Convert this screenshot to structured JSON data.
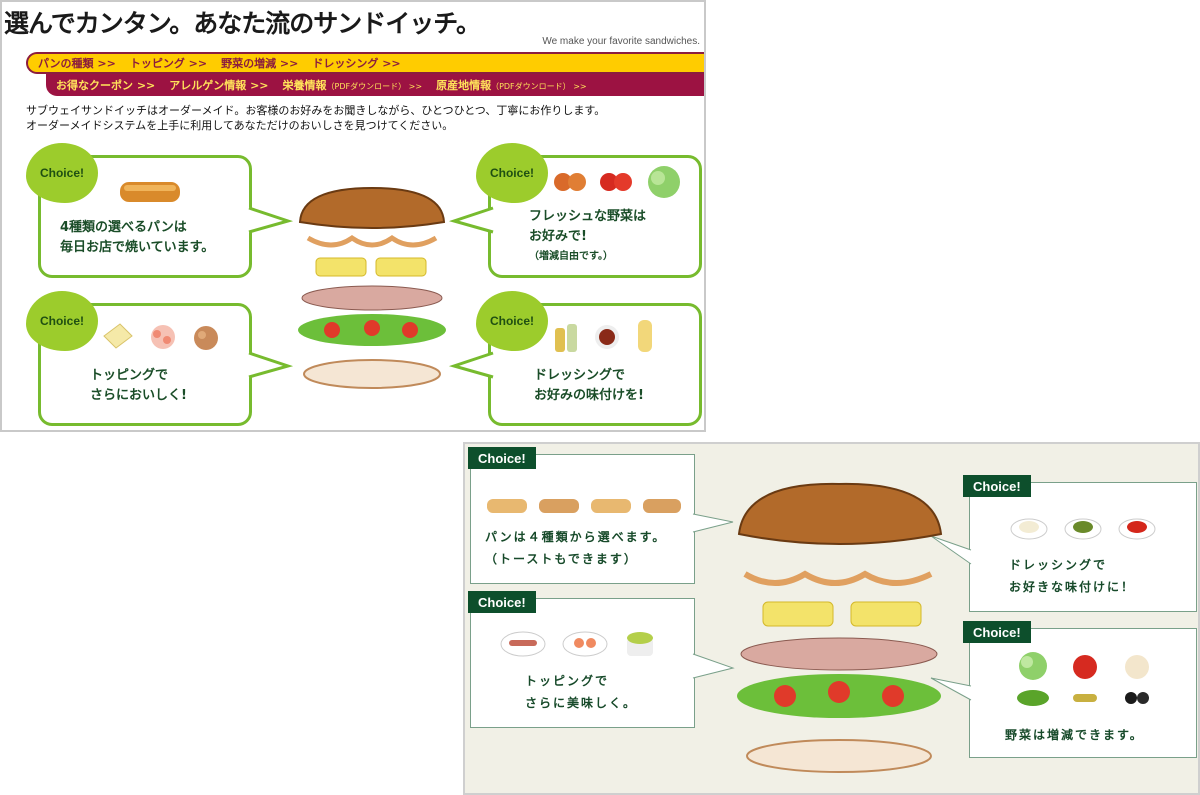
{
  "top": {
    "title": "選んでカンタン。あなた流のサンドイッチ。",
    "tagline": "We make your favorite sandwiches.",
    "nav_primary": [
      {
        "label": "パンの種類 >>"
      },
      {
        "label": "トッピング >>"
      },
      {
        "label": "野菜の増減 >>"
      },
      {
        "label": "ドレッシング >>"
      }
    ],
    "nav_secondary": [
      {
        "label": "お得なクーポン >>",
        "suffix": ""
      },
      {
        "label": "アレルゲン情報 >>",
        "suffix": ""
      },
      {
        "label": "栄養情報",
        "suffix": "（PDFダウンロード） >>"
      },
      {
        "label": "原産地情報",
        "suffix": "（PDFダウンロード） >>"
      }
    ],
    "intro_line1": "サブウェイサンドイッチはオーダーメイド。お客様のお好みをお聞きしながら、ひとつひとつ、丁寧にお作りします。",
    "intro_line2": "オーダーメイドシステムを上手に利用してあなただけのおいしさを見つけてください。",
    "badge": "Choice!",
    "bread": {
      "line1": "4種類の選べるパンは",
      "line2": "毎日お店で焼いています。"
    },
    "vegetables": {
      "line1": "フレッシュな野菜は",
      "line2": "お好みで!",
      "note": "（増減自由です。）"
    },
    "toppings": {
      "line1": "トッピングで",
      "line2": "さらにおいしく!"
    },
    "dressing": {
      "line1": "ドレッシングで",
      "line2": "お好みの味付けを!"
    }
  },
  "bottom": {
    "badge": "Choice!",
    "bread": {
      "line1": "パンは４種類から選べます。",
      "line2": "（トーストもできます）"
    },
    "toppings": {
      "line1": "トッピングで",
      "line2": "さらに美味しく。"
    },
    "dressing": {
      "line1": "ドレッシングで",
      "line2": "お好きな味付けに！"
    },
    "vegetables": {
      "line1": "野菜は増減できます。"
    }
  },
  "colors": {
    "nav_yellow": "#ffcc00",
    "nav_maroon": "#9c1242",
    "choice_green_light": "#9ccc2c",
    "choice_green_dark": "#0d4f2c",
    "text_green": "#1a4d28"
  }
}
